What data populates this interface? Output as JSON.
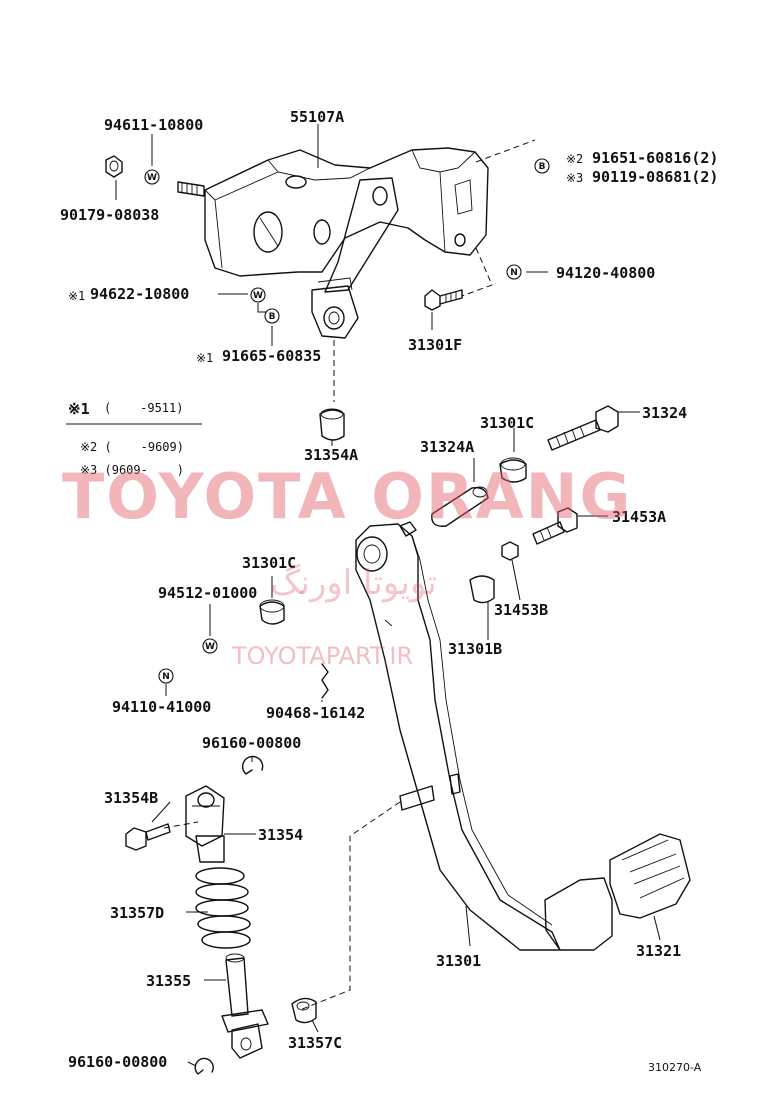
{
  "labels": {
    "p55107A": "55107A",
    "p94611_10800": "94611-10800",
    "p90179_08038": "90179-08038",
    "p91651": "91651-60816(2)",
    "p90119": "90119-08681(2)",
    "p94120_40800": "94120-40800",
    "p94622": "94622-10800",
    "p91665": "91665-60835",
    "p31301F": "31301F",
    "p31354A": "31354A",
    "p31301C_top": "31301C",
    "p31324": "31324",
    "p31324A": "31324A",
    "p31453A": "31453A",
    "p31453B": "31453B",
    "p31301B": "31301B",
    "p31301C_mid": "31301C",
    "p94512": "94512-01000",
    "p94110": "94110-41000",
    "p90468": "90468-16142",
    "p96160_top": "96160-00800",
    "p31354B": "31354B",
    "p31354": "31354",
    "p31357D": "31357D",
    "p31355": "31355",
    "p31301": "31301",
    "p31321": "31321",
    "p31357C": "31357C",
    "p96160_bottom": "96160-00800"
  },
  "marks": {
    "m2": "※2",
    "m3": "※3",
    "m1a": "※1",
    "m1b": "※1"
  },
  "notes": {
    "n1_mark": "※1",
    "n1_range": "(    -9511)",
    "n2": "※2 (    -9609)",
    "n3": "※3 (9609-    )"
  },
  "symbols": {
    "W": "W",
    "N": "N",
    "B": "B"
  },
  "watermark": {
    "main": "TOYOTA ORANG",
    "persian": "تویوتا اورنگ",
    "url": "TOYOTAPART.IR",
    "color": "#e05a66"
  },
  "reference": "310270-A"
}
